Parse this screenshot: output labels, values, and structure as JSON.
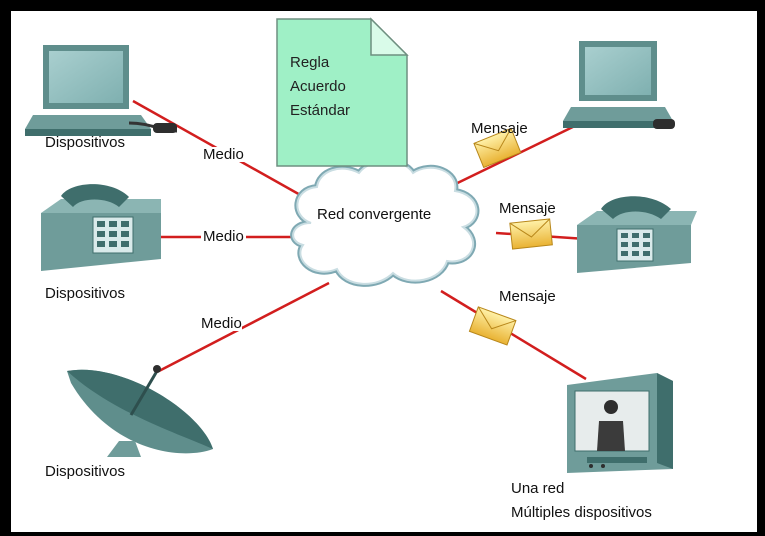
{
  "note": {
    "lines": [
      "Regla",
      "Acuerdo",
      "Estándar"
    ]
  },
  "cloud_label": "Red convergente",
  "left_devices": [
    {
      "label": "Dispositivos",
      "medium": "Medio"
    },
    {
      "label": "Dispositivos",
      "medium": "Medio"
    },
    {
      "label": "Dispositivos",
      "medium": "Medio"
    }
  ],
  "right_devices": [
    {
      "message": "Mensaje"
    },
    {
      "message": "Mensaje"
    },
    {
      "message": "Mensaje",
      "label_line1": "Una red",
      "label_line2": "Múltiples dispositivos"
    }
  ],
  "colors": {
    "link": "#d21e1e",
    "device_body": "#6f9c9a",
    "device_dark": "#3f6e6c",
    "note_fill": "#9ff0c6",
    "envelope": "#f4c84a"
  }
}
